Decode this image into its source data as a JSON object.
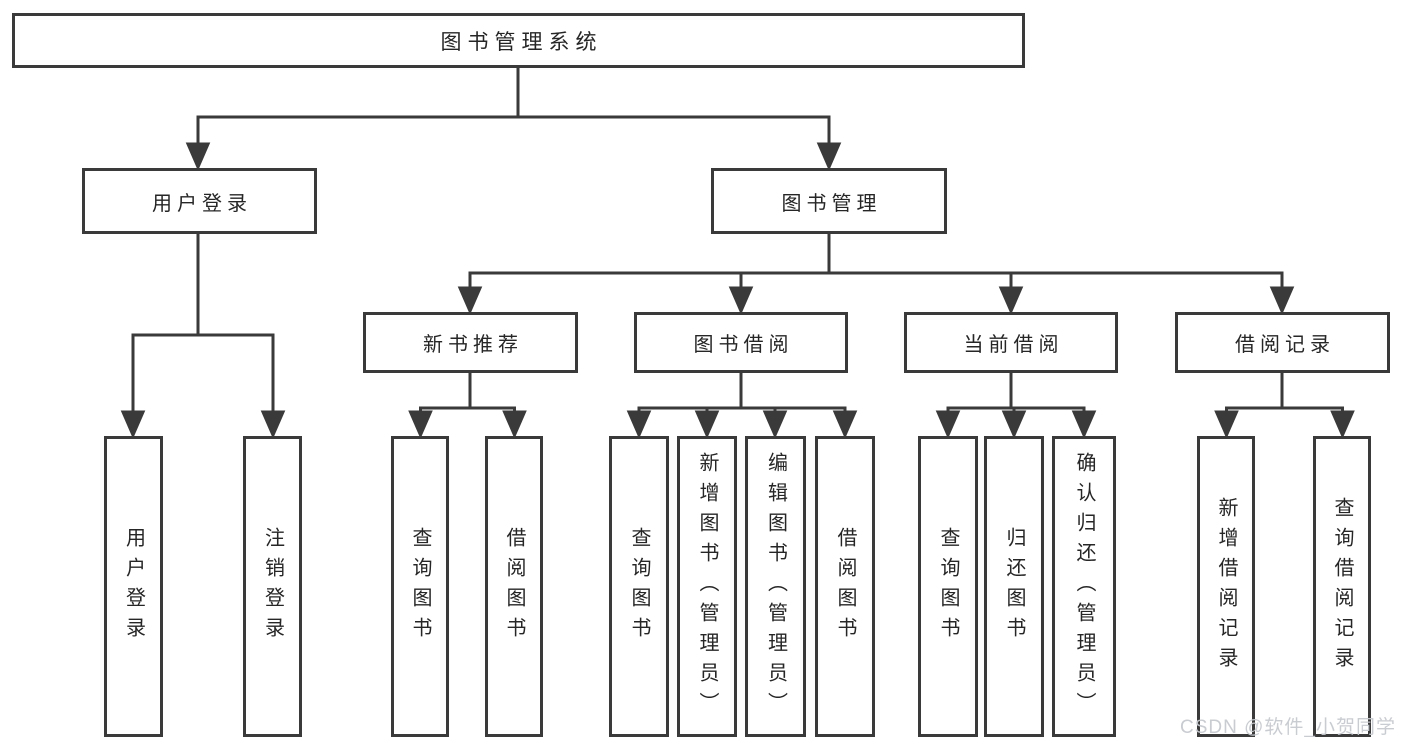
{
  "tree": {
    "root": "图书管理系统",
    "children": [
      {
        "label": "用户登录",
        "children": [
          {
            "label": "用户登录"
          },
          {
            "label": "注销登录"
          }
        ]
      },
      {
        "label": "图书管理",
        "children": [
          {
            "label": "新书推荐",
            "children": [
              {
                "label": "查询图书"
              },
              {
                "label": "借阅图书"
              }
            ]
          },
          {
            "label": "图书借阅",
            "children": [
              {
                "label": "查询图书"
              },
              {
                "label": "新增图书（管理员）"
              },
              {
                "label": "编辑图书（管理员）"
              },
              {
                "label": "借阅图书"
              }
            ]
          },
          {
            "label": "当前借阅",
            "children": [
              {
                "label": "查询图书"
              },
              {
                "label": "归还图书"
              },
              {
                "label": "确认归还（管理员）"
              }
            ]
          },
          {
            "label": "借阅记录",
            "children": [
              {
                "label": "新增借阅记录"
              },
              {
                "label": "查询借阅记录"
              }
            ]
          }
        ]
      }
    ]
  },
  "watermark": "CSDN @软件_小贺同学",
  "colors": {
    "line": "#3a3a3a",
    "box_border": "#3a3a3a",
    "text": "#262626",
    "background": "#ffffff",
    "watermark": "#c6c9cf"
  }
}
